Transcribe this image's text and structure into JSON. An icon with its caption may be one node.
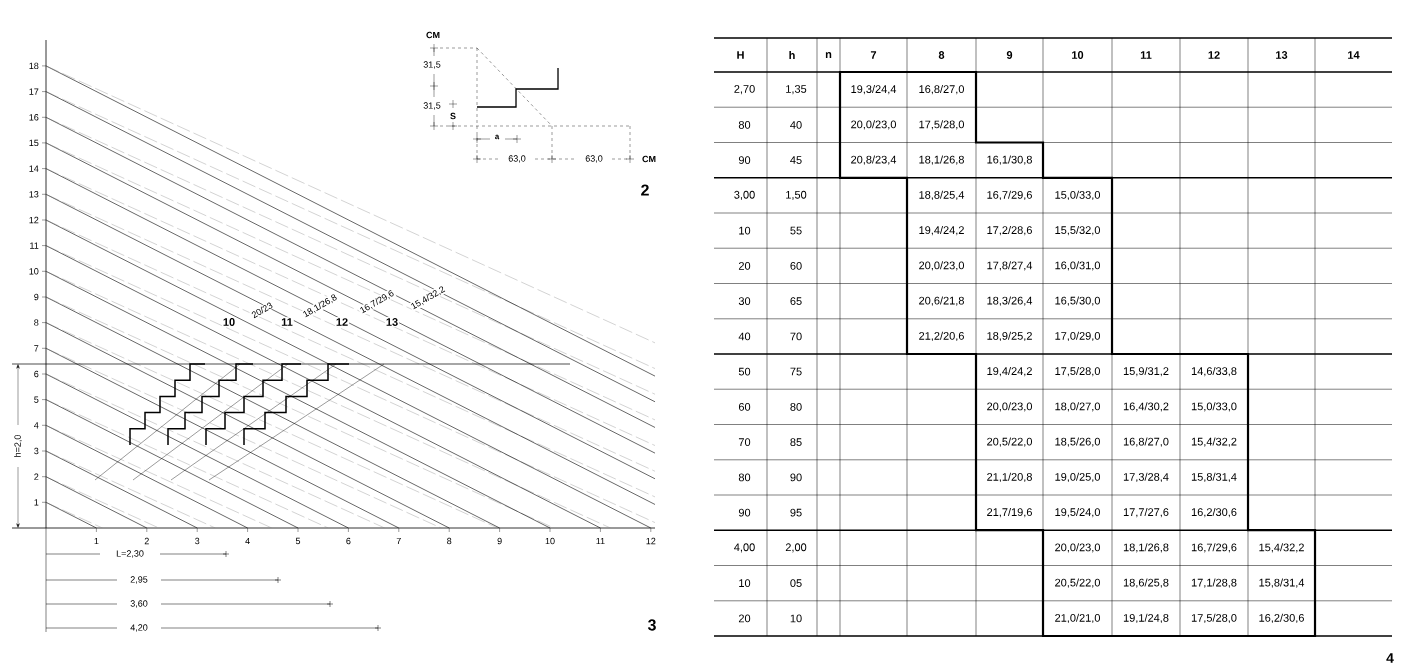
{
  "diagram": {
    "labels": [
      "18",
      "17",
      "16",
      "15",
      "14",
      "13",
      "12",
      "11",
      "10",
      "9",
      "8",
      "7",
      "6",
      "5",
      "4",
      "3",
      "2",
      "1",
      "h=2,0",
      "20/23",
      "18,1/26,8",
      "16,7/29,6",
      "15,4/32,2",
      "10",
      "11",
      "12",
      "13",
      "1",
      "2",
      "3",
      "4",
      "5",
      "6",
      "7",
      "8",
      "9",
      "10",
      "11",
      "12",
      "L=2,30",
      "2,95",
      "3,60",
      "4,20",
      "3",
      "CM",
      "31,5",
      "31,5",
      "S",
      "a",
      "63,0",
      "63,0",
      "CM",
      "2",
      "H",
      "h",
      "n",
      "7",
      "8",
      "9",
      "10",
      "11",
      "12",
      "13",
      "14",
      "2,70",
      "1,35",
      "19,3/24,4",
      "16,8/27,0",
      "80",
      "40",
      "20,0/23,0",
      "17,5/28,0",
      "90",
      "45",
      "20,8/23,4",
      "18,1/26,8",
      "16,1/30,8",
      "3,00",
      "1,50",
      "18,8/25,4",
      "16,7/29,6",
      "15,0/33,0",
      "10",
      "55",
      "19,4/24,2",
      "17,2/28,6",
      "15,5/32,0",
      "20",
      "60",
      "20,0/23,0",
      "17,8/27,4",
      "16,0/31,0",
      "30",
      "65",
      "20,6/21,8",
      "18,3/26,4",
      "16,5/30,0",
      "40",
      "70",
      "21,2/20,6",
      "18,9/25,2",
      "17,0/29,0",
      "50",
      "75",
      "19,4/24,2",
      "17,5/28,0",
      "15,9/31,2",
      "14,6/33,8",
      "60",
      "80",
      "20,0/23,0",
      "18,0/27,0",
      "16,4/30,2",
      "15,0/33,0",
      "70",
      "85",
      "20,5/22,0",
      "18,5/26,0",
      "16,8/27,0",
      "15,4/32,2",
      "80",
      "90",
      "21,1/20,8",
      "19,0/25,0",
      "17,3/28,4",
      "15,8/31,4",
      "90",
      "95",
      "21,7/19,6",
      "19,5/24,0",
      "17,7/27,6",
      "16,2/30,6",
      "4,00",
      "2,00",
      "20,0/23,0",
      "18,1/26,8",
      "16,7/29,6",
      "15,4/32,2",
      "10",
      "05",
      "20,5/22,0",
      "18,6/25,8",
      "17,1/28,8",
      "15,8/31,4",
      "20",
      "10",
      "21,0/21,0",
      "19,1/24,8",
      "17,5/28,0",
      "16,2/30,6",
      "4"
    ]
  }
}
